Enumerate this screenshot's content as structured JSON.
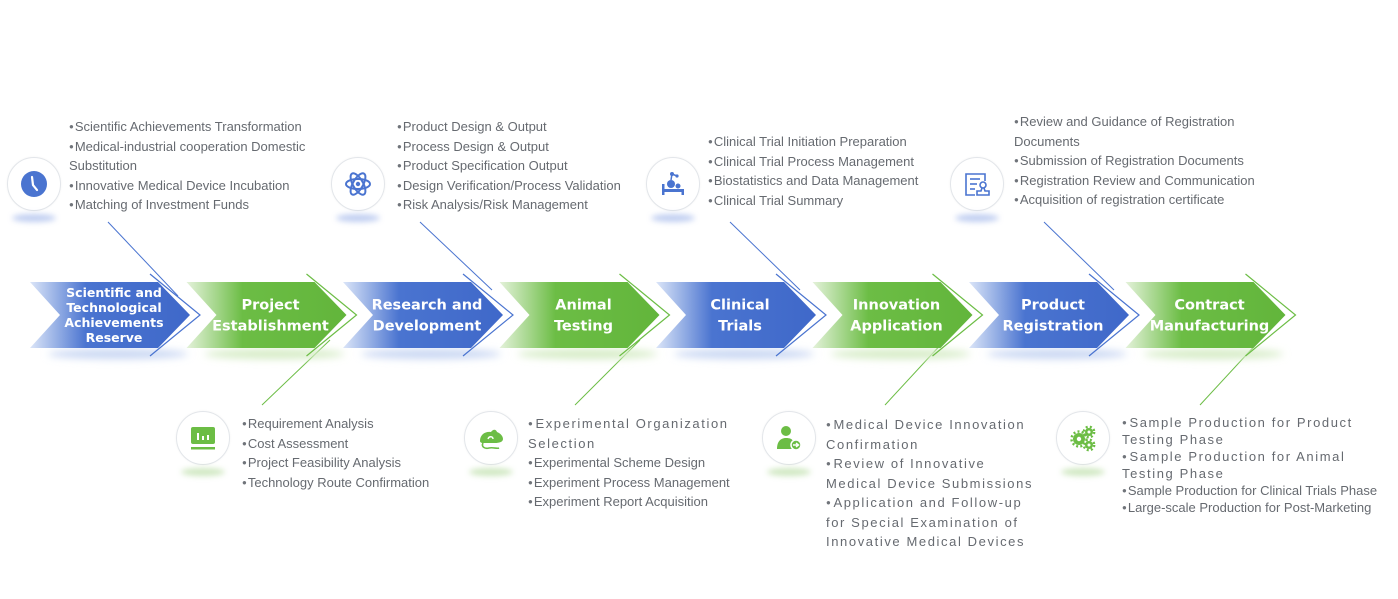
{
  "colors": {
    "blue": "#4a74d0",
    "blue_light": "#c9d7f3",
    "green": "#6cbd45",
    "green_light": "#d6ecc6",
    "text": "#666a70"
  },
  "stages": [
    {
      "label_lines": [
        "Scientific and",
        "Technological",
        "Achievements",
        "Reserve"
      ],
      "color": "blue"
    },
    {
      "label_lines": [
        "Project",
        "Establishment"
      ],
      "color": "green"
    },
    {
      "label_lines": [
        "Research and",
        "Development"
      ],
      "color": "blue"
    },
    {
      "label_lines": [
        "Animal",
        "Testing"
      ],
      "color": "green"
    },
    {
      "label_lines": [
        "Clinical",
        "Trials"
      ],
      "color": "blue"
    },
    {
      "label_lines": [
        "Innovation",
        "Application"
      ],
      "color": "green"
    },
    {
      "label_lines": [
        "Product",
        "Registration"
      ],
      "color": "blue"
    },
    {
      "label_lines": [
        "Contract",
        "Manufacturing"
      ],
      "color": "green"
    }
  ],
  "top_details": [
    {
      "icon": "clock-icon",
      "items": [
        "Scientific Achievements Transformation",
        "Medical-industrial cooperation Domestic Substitution",
        "Innovative Medical Device Incubation",
        "Matching of Investment Funds"
      ]
    },
    {
      "icon": "atom-icon",
      "items": [
        "Product Design & Output",
        "Process Design & Output",
        "Product Specification Output",
        "Design Verification/Process Validation",
        "Risk Analysis/Risk Management"
      ]
    },
    {
      "icon": "hospital-bed-icon",
      "items": [
        "Clinical Trial Initiation Preparation",
        "Clinical Trial Process Management",
        "Biostatistics and Data Management",
        "Clinical Trial Summary"
      ]
    },
    {
      "icon": "registration-document-icon",
      "items": [
        "Review and Guidance of Registration Documents",
        "Submission of Registration Documents",
        "Registration Review and Communication",
        "Acquisition of registration certificate"
      ]
    }
  ],
  "bottom_details": [
    {
      "icon": "bar-chart-board-icon",
      "items": [
        "Requirement Analysis",
        "Cost Assessment",
        "Project Feasibility Analysis",
        "Technology Route Confirmation"
      ]
    },
    {
      "icon": "mouse-icon",
      "items": [
        "Experimental Organization Selection",
        "Experimental Scheme Design",
        "Experiment Process Management",
        "Experiment Report Acquisition"
      ]
    },
    {
      "icon": "user-arrow-icon",
      "items": [
        "Medical Device Innovation Confirmation",
        "Review of Innovative Medical Device Submissions",
        "Application and Follow-up for Special Examination of Innovative Medical Devices"
      ]
    },
    {
      "icon": "gears-icon",
      "items": [
        "Sample Production for Product Testing Phase",
        "Sample Production for Animal Testing Phase",
        "Sample Production for Clinical Trials Phase",
        "Large-scale Production for Post-Marketing"
      ]
    }
  ]
}
